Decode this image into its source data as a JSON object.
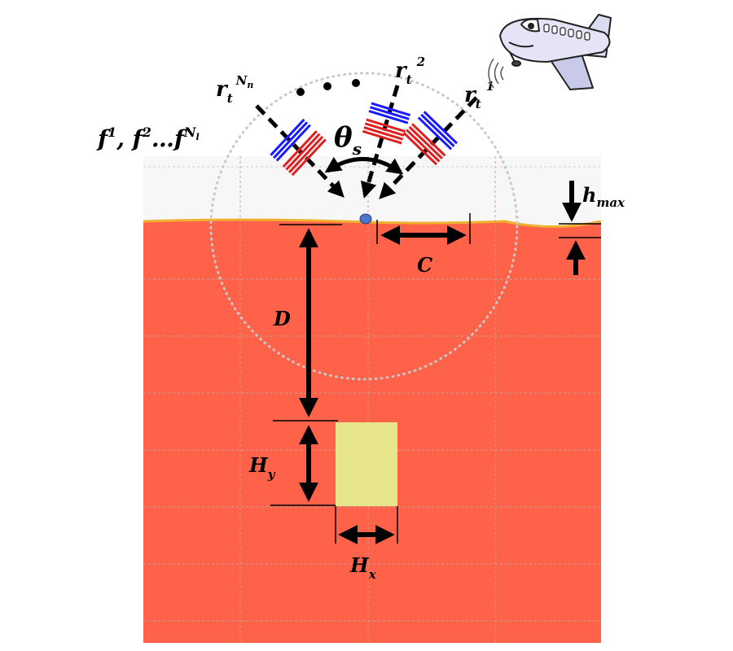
{
  "labels": {
    "frequencies": "f",
    "frequencies_sup1": "1",
    "frequencies_sep1": ", f",
    "frequencies_sup2": "2",
    "frequencies_sep2": "…f",
    "frequencies_supN": "N",
    "frequencies_supN_sub": "l",
    "ray_n_base": "r",
    "ray_n_sub": "t",
    "ray_n_sup": "N",
    "ray_n_sup_sub": "n",
    "ray_2_base": "r",
    "ray_2_sub": "t",
    "ray_2_sup": "2",
    "ray_1_base": "r",
    "ray_1_sub": "t",
    "ray_1_sup": "1",
    "theta_base": "θ",
    "theta_sub": "s",
    "hmax_base": "h",
    "hmax_sub": "max",
    "c_label": "C",
    "d_label": "D",
    "hy_base": "H",
    "hy_sub": "y",
    "hx_base": "H",
    "hx_sub": "x"
  },
  "colors": {
    "soil": "#fe634a",
    "air": "#f7f7f7",
    "target": "#e7e68c",
    "ray_blue": "#1a1aff",
    "ray_red": "#e02020",
    "sensor": "#4a74c8",
    "surface_ridge": "#f0b030"
  }
}
